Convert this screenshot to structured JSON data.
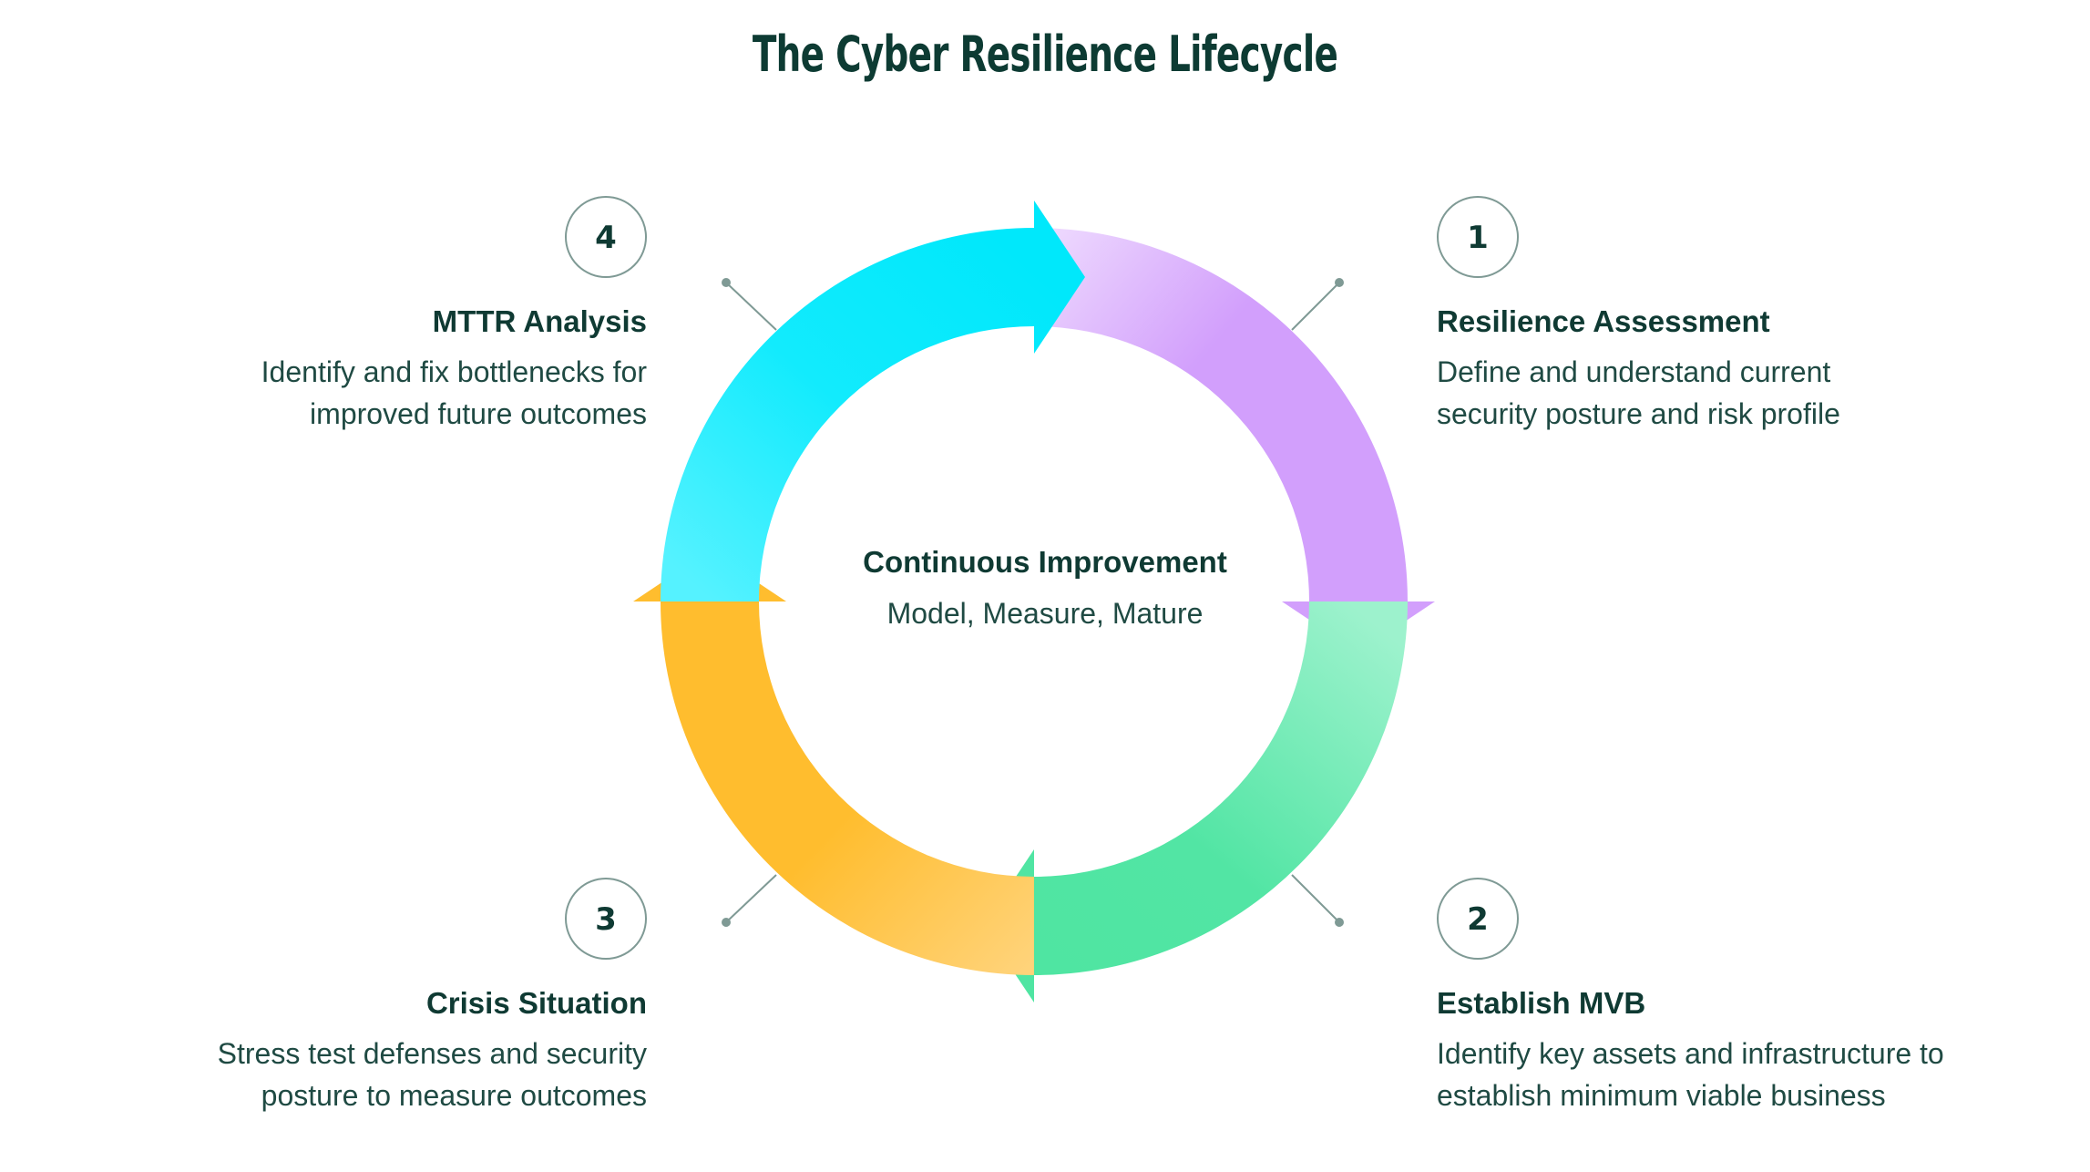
{
  "title": "The Cyber Resilience Lifecycle",
  "center": {
    "title": "Continuous Improvement",
    "subtitle": "Model, Measure, Mature"
  },
  "steps": [
    {
      "number": "1",
      "title": "Resilience Assessment",
      "desc_line1": "Define and understand current",
      "desc_line2": "security posture and risk profile",
      "color": "#d29ffc"
    },
    {
      "number": "2",
      "title": "Establish MVB",
      "desc_line1": "Identify key assets and infrastructure to",
      "desc_line2": "establish minimum viable business",
      "color": "#4fe5a2"
    },
    {
      "number": "3",
      "title": "Crisis Situation",
      "desc_line1": "Stress test defenses and security",
      "desc_line2": "posture to measure outcomes",
      "color": "#ffbd2e"
    },
    {
      "number": "4",
      "title": "MTTR Analysis",
      "desc_line1": "Identify and fix bottlenecks for",
      "desc_line2": "improved future outcomes",
      "color": "#00e8fb"
    }
  ]
}
